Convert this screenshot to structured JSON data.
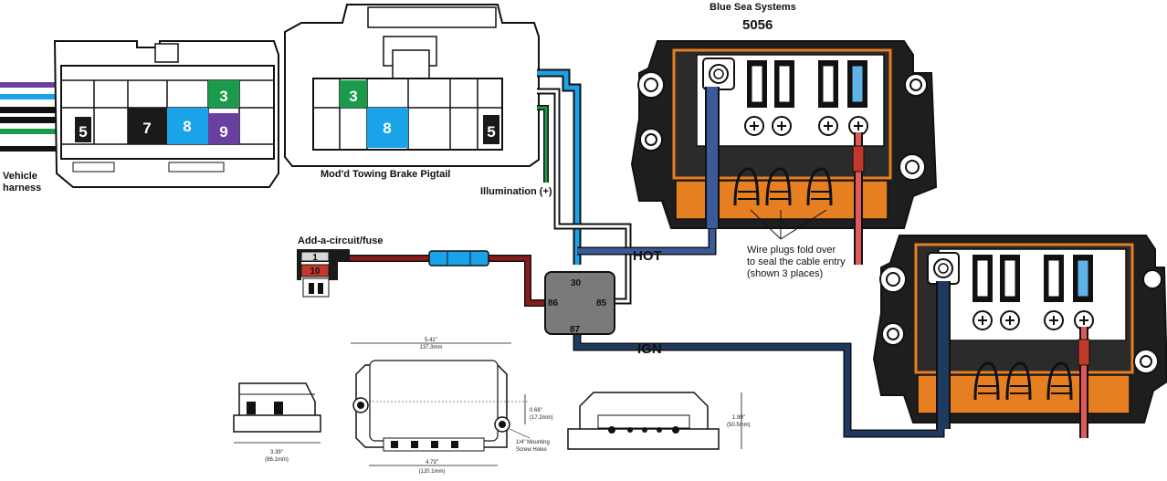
{
  "title": {
    "brand": "Blue Sea Systems",
    "model": "5056"
  },
  "labels": {
    "vehicle_harness_1": "Vehicle",
    "vehicle_harness_2": "harness",
    "pigtail": "Mod'd Towing Brake Pigtail",
    "illumination": "Illumination (+)",
    "add_a_circuit": "Add-a-circuit/fuse",
    "fuse_top": "1",
    "fuse_bottom": "10",
    "hot": "HOT",
    "ign": "IGN",
    "wire_plugs_1": "Wire plugs fold over",
    "wire_plugs_2": "to seal the cable entry",
    "wire_plugs_3": "(shown 3 places)"
  },
  "connector_vehicle": {
    "cells": [
      "5",
      "7",
      "8",
      "3",
      "9"
    ]
  },
  "connector_pigtail": {
    "cells": [
      "3",
      "8",
      "5"
    ]
  },
  "relay": {
    "pin_30": "30",
    "pin_86": "86",
    "pin_85": "85",
    "pin_87": "87"
  },
  "dimensions": {
    "top_width_in": "5.41\"",
    "top_width_mm": "137.3mm",
    "bottom_width_in": "4.73\"",
    "bottom_width_mm": "(120.1mm)",
    "side_width_in": "3.39\"",
    "side_width_mm": "(86.1mm)",
    "hole_in": "0.68\"",
    "hole_mm": "(17.2mm)",
    "mount_1": "1/4\" Mounting",
    "mount_2": "Screw Holes",
    "height_in": "1.99\"",
    "height_mm": "(50.5mm)"
  },
  "colors": {
    "purple": "#6b3fa0",
    "blue": "#1aa3e8",
    "green": "#1a9a4a",
    "red_wire": "#8b1a1a",
    "navy": "#1f3a5f",
    "hot_blue": "#3a5a9a",
    "orange": "#e67e22",
    "fuse_box": "#2a2a2a"
  }
}
